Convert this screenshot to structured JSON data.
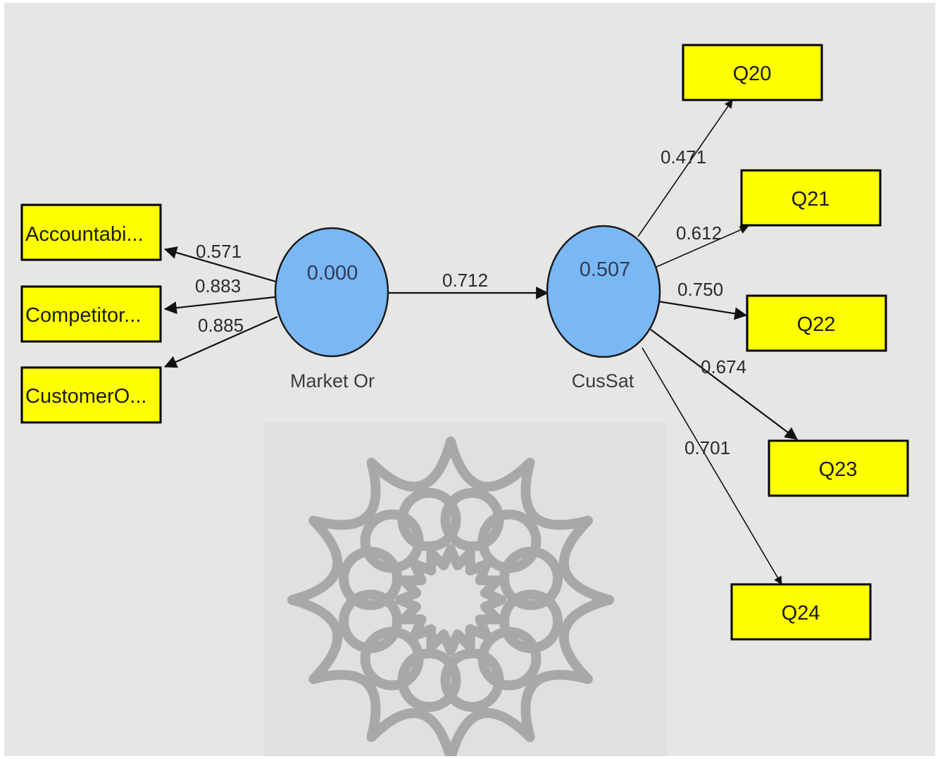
{
  "diagram": {
    "indicators_left": [
      {
        "label": "Accountabi..."
      },
      {
        "label": "Competitor..."
      },
      {
        "label": "CustomerO..."
      }
    ],
    "indicators_right": [
      {
        "label": "Q20"
      },
      {
        "label": "Q21"
      },
      {
        "label": "Q22"
      },
      {
        "label": "Q23"
      },
      {
        "label": "Q24"
      }
    ],
    "constructs": [
      {
        "name": "Market Or",
        "value": "0.000"
      },
      {
        "name": "CusSat",
        "value": "0.507"
      }
    ],
    "loadings_left": [
      "0.571",
      "0.883",
      "0.885"
    ],
    "path_coefficient": "0.712",
    "loadings_right": [
      "0.471",
      "0.612",
      "0.750",
      "0.674",
      "0.701"
    ]
  },
  "colors": {
    "indicator_fill": "#ffff00",
    "construct_fill": "#7ab8f5",
    "background": "#e6e6e4",
    "watermark": "#a8a8a8"
  }
}
